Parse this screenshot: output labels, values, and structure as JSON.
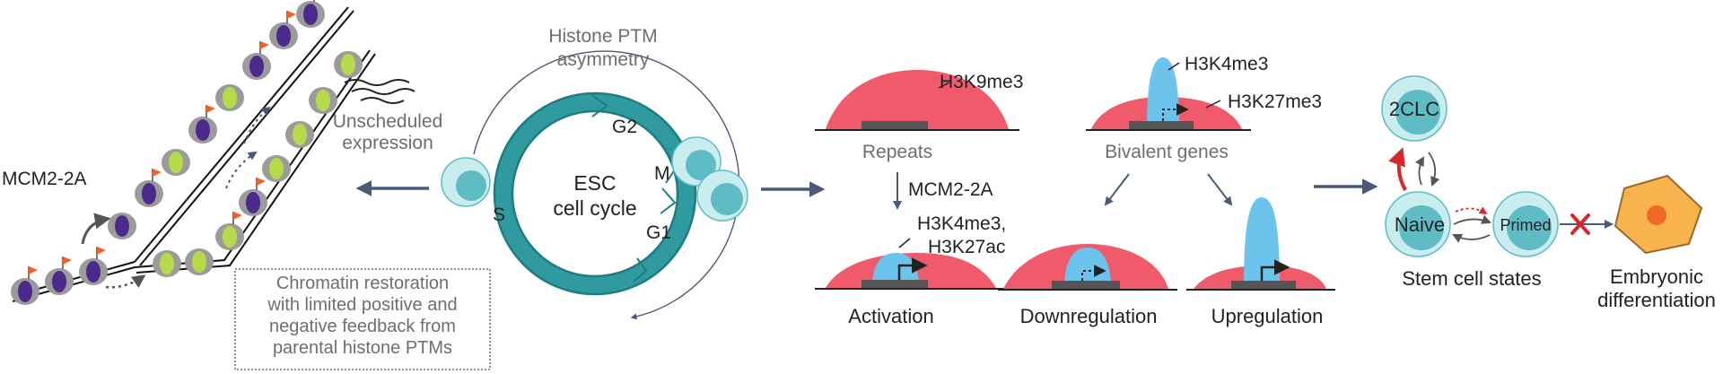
{
  "labels": {
    "mcm2_left": "MCM2-2A",
    "unscheduled_1": "Unscheduled",
    "unscheduled_2": "expression",
    "histone_ptm_1": "Histone PTM",
    "histone_ptm_2": "asymmetry",
    "esc_1": "ESC",
    "esc_2": "cell cycle",
    "phase_g2": "G2",
    "phase_m": "M",
    "phase_g1": "G1",
    "phase_s": "S",
    "restoration": [
      "Chromatin restoration",
      "with limited positive and",
      "negative feedback from",
      "parental histone PTMs"
    ],
    "h3k9me3": "H3K9me3",
    "repeats": "Repeats",
    "mcm2_mid": "MCM2-2A",
    "h3k4me3_h3k27ac_1": "H3K4me3,",
    "h3k4me3_h3k27ac_2": "H3K27ac",
    "activation": "Activation",
    "h3k4me3": "H3K4me3",
    "h3k27me3": "H3K27me3",
    "bivalent": "Bivalent genes",
    "downregulation": "Downregulation",
    "upregulation": "Upregulation",
    "twoclc": "2CLC",
    "naive": "Naive",
    "primed": "Primed",
    "stem_states": "Stem cell states",
    "embryonic_1": "Embryonic",
    "embryonic_2": "differentiation"
  },
  "colors": {
    "teal": "#2f9aa0",
    "teal_dark": "#1f7d82",
    "cell_outer": "#c9ecef",
    "cell_inner": "#5fbcc4",
    "red_domain": "#ef5b6a",
    "blue_peak": "#6cc3ec",
    "purple_nuc": "#4b2a8c",
    "green_nuc": "#b6db4a",
    "grey_nuc": "#9b9b9b",
    "flag": "#f0602a",
    "arrow": "#4a5a78",
    "red_arrow": "#d9262c",
    "orange_cell": "#f8b24e",
    "orange_nucleus": "#f06a26"
  }
}
